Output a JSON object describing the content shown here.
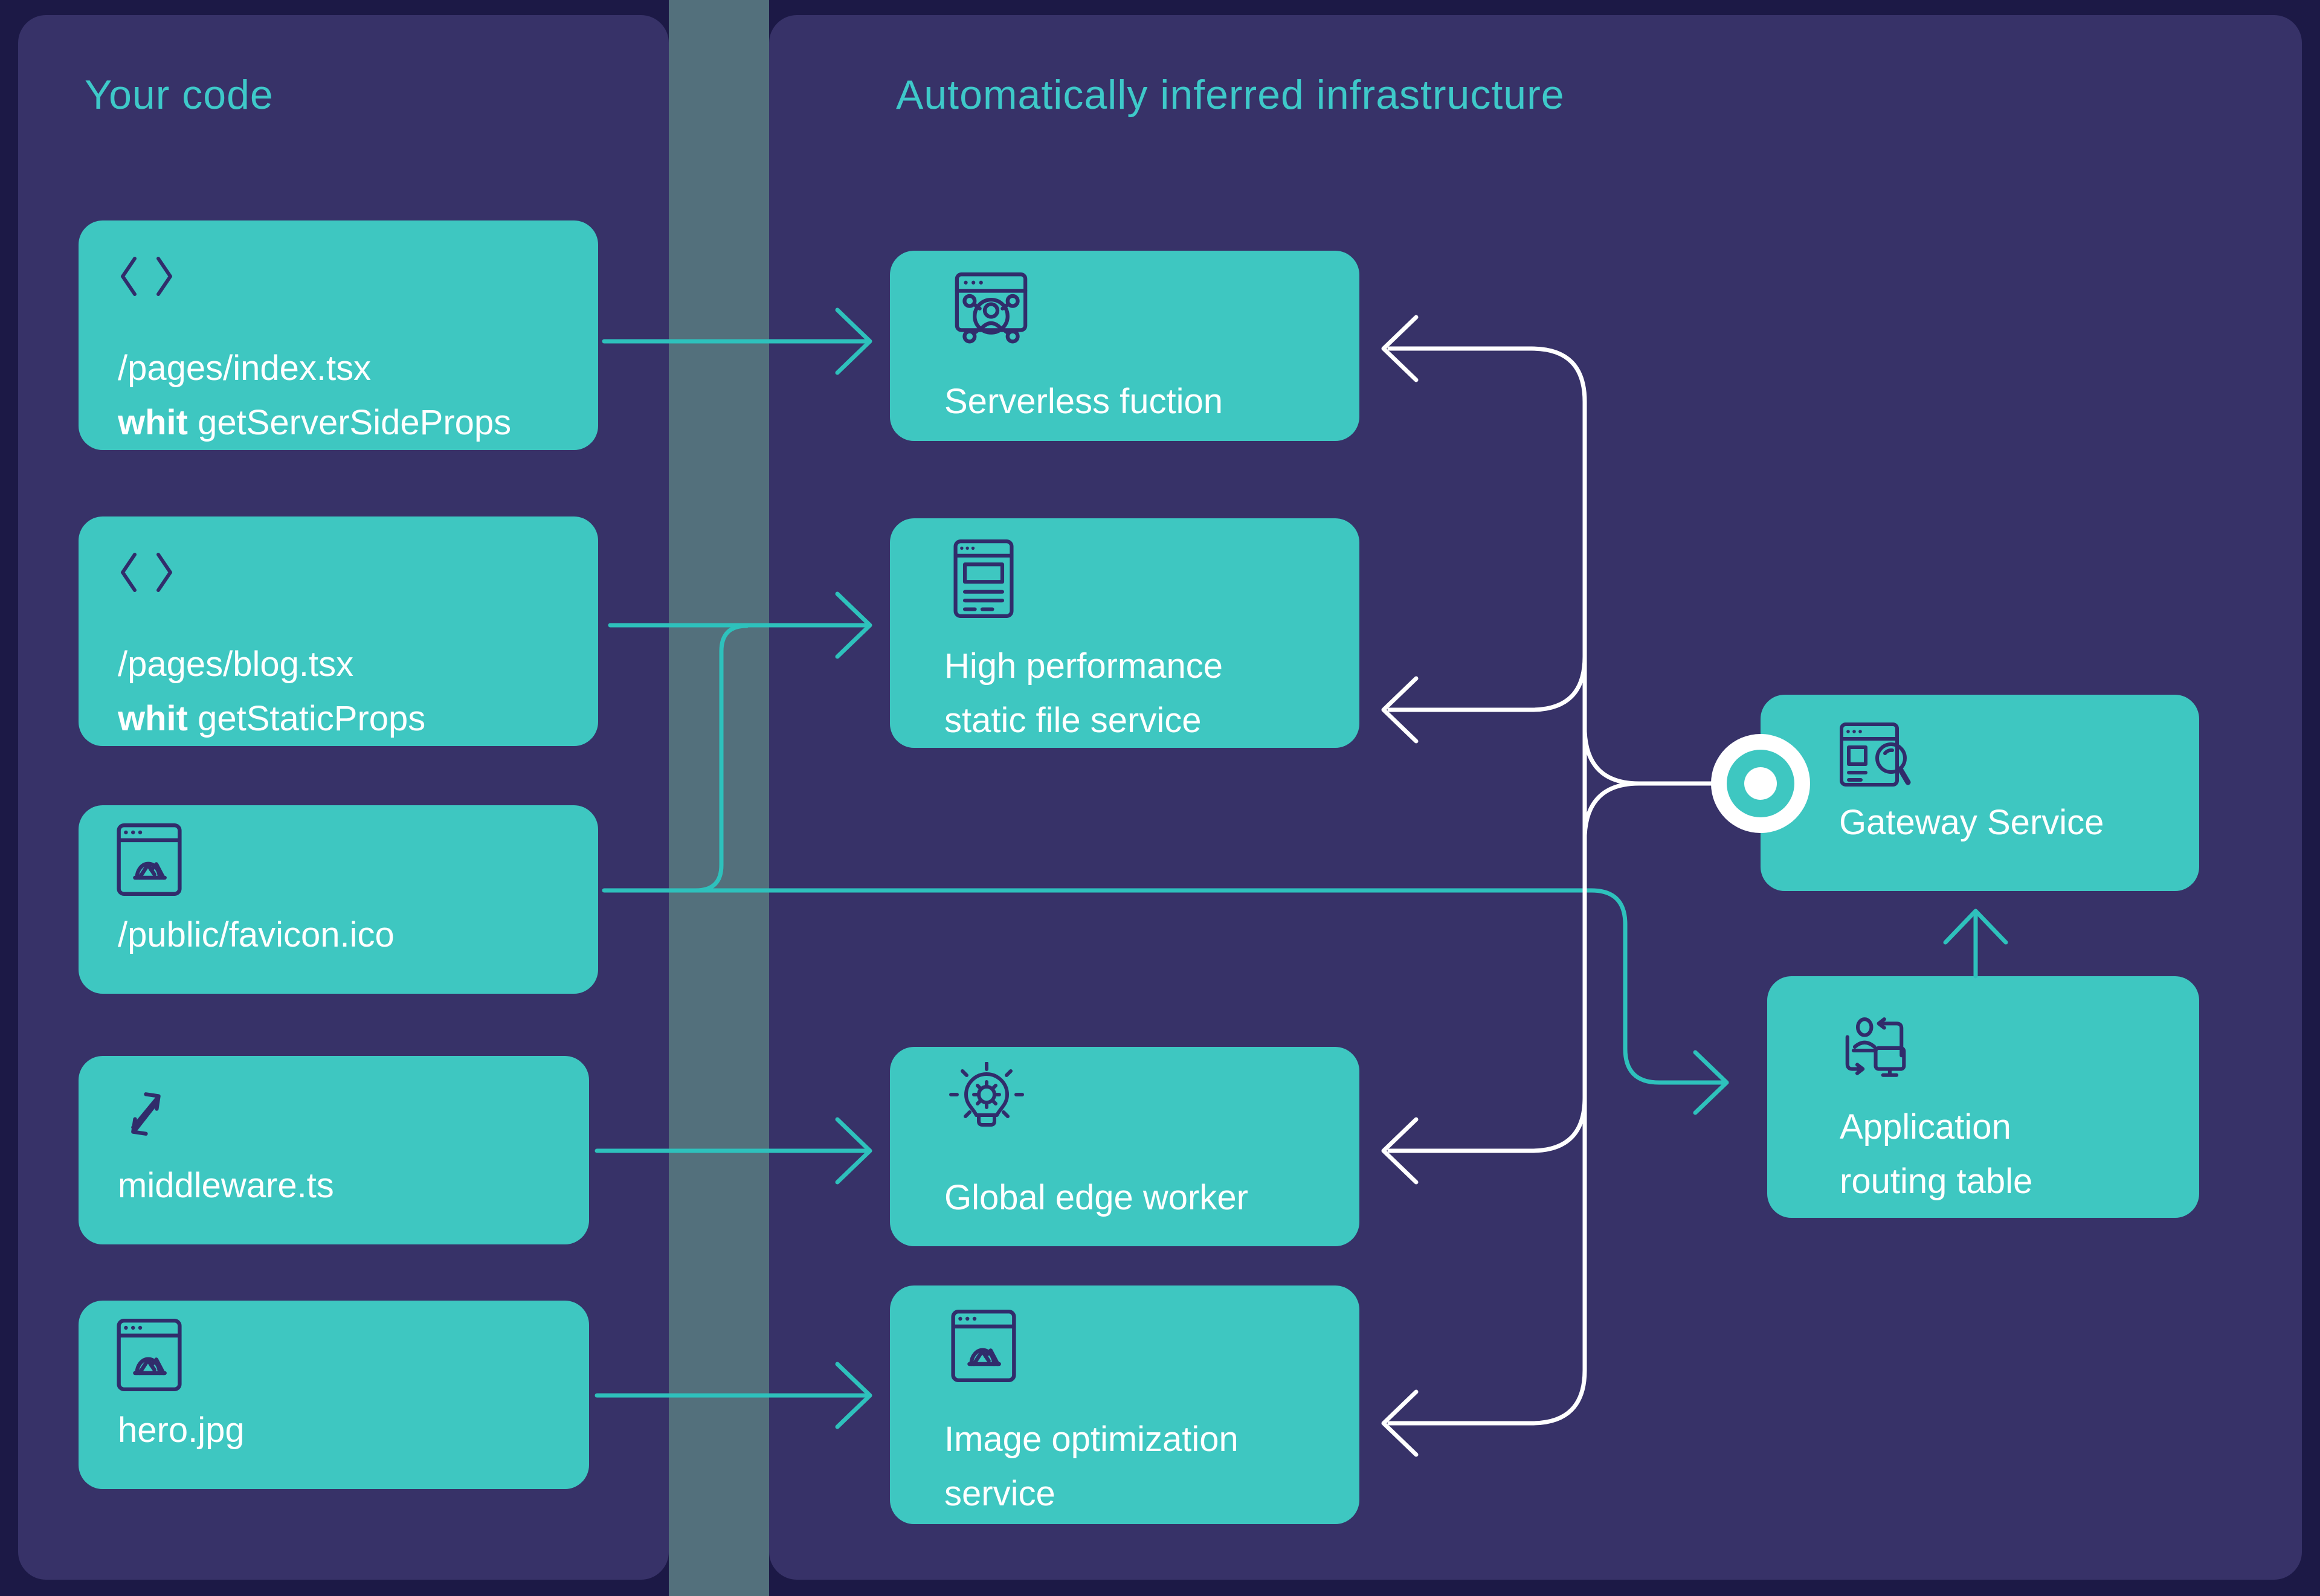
{
  "colors": {
    "page_background": "#1C1946",
    "panel_background": "#373268",
    "divider_strip": "#53707C",
    "card_teal": "#3EC7C1",
    "accent_title_teal": "#3EC9C9",
    "teal_connector": "#2EC1BC",
    "white_connector": "#FFFFFF",
    "icon_stroke": "#312C6B",
    "text_white": "#FFFFFF"
  },
  "left_panel": {
    "title": "Your code",
    "cards": [
      {
        "icon": "code-icon",
        "line1": "/pages/index.tsx",
        "line2_bold": "whit",
        "line2_rest": " getServerSideProps"
      },
      {
        "icon": "code-icon",
        "line1": "/pages/blog.tsx",
        "line2_bold": "whit",
        "line2_rest": " getStaticProps"
      },
      {
        "icon": "image-window-icon",
        "line1": "/public/favicon.ico"
      },
      {
        "icon": "transfer-arrows-icon",
        "line1": "middleware.ts"
      },
      {
        "icon": "image-window-icon",
        "line1": "hero.jpg"
      }
    ]
  },
  "right_panel": {
    "title": "Automatically inferred infrastructure",
    "services": [
      {
        "icon": "serverless-network-icon",
        "label_lines": [
          "Serverless fuction"
        ]
      },
      {
        "icon": "static-file-icon",
        "label_lines": [
          "High performance",
          "static file service"
        ]
      },
      {
        "icon": "lightbulb-icon",
        "label_lines": [
          "Global edge worker"
        ]
      },
      {
        "icon": "image-window-icon",
        "label_lines": [
          "Image optimization",
          "service"
        ]
      }
    ],
    "gateway": {
      "icon": "window-search-icon",
      "label": "Gateway Service"
    },
    "routing": {
      "icon": "user-device-sync-icon",
      "label_lines": [
        "Application",
        "routing table"
      ]
    }
  }
}
